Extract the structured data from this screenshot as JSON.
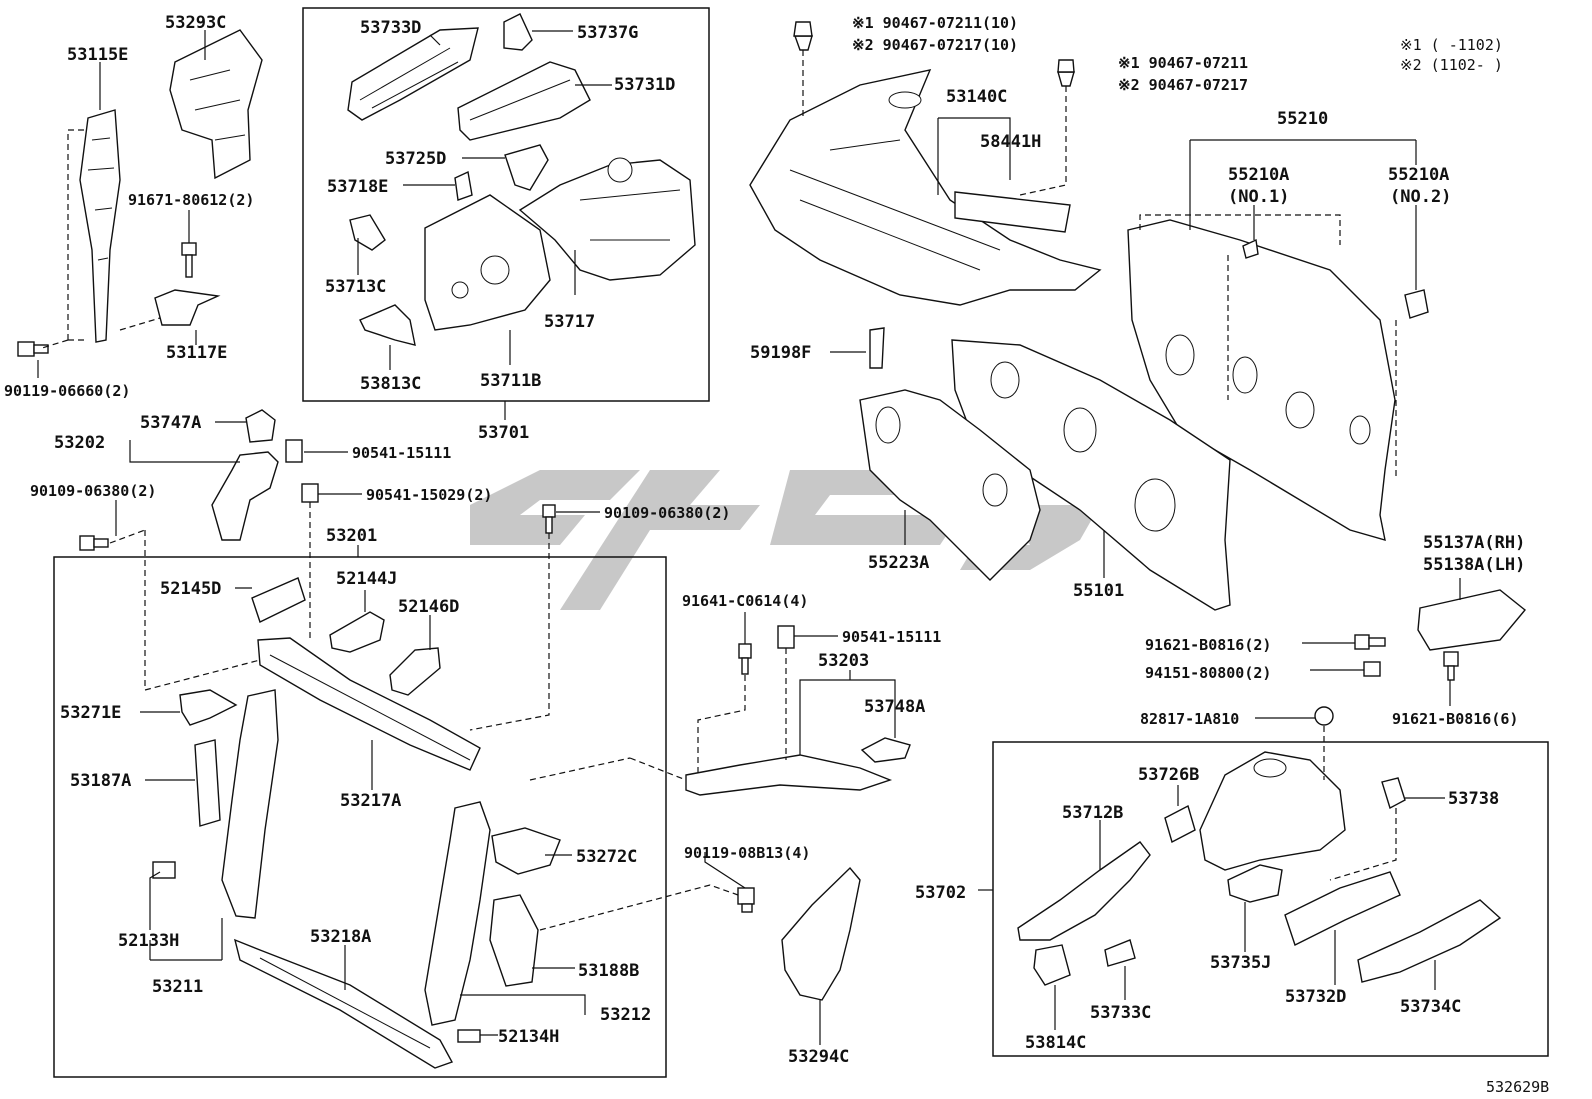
{
  "drawing_code": "532629B",
  "legend": {
    "note1": "※1 (    -1102)",
    "note2": "※2 (1102-    )"
  },
  "labels": {
    "p53115E": "53115E",
    "p53293C": "53293C",
    "p91671": "91671-80612(2)",
    "p53117E": "53117E",
    "p90119a": "90119-06660(2)",
    "p53733D": "53733D",
    "p53737G": "53737G",
    "p53731D": "53731D",
    "p53725D": "53725D",
    "p53718E": "53718E",
    "p53713C": "53713C",
    "p53717": "53717",
    "p53813C": "53813C",
    "p53711B": "53711B",
    "p53701": "53701",
    "clip1a": "※1 90467-07211(10)",
    "clip1b": "※2 90467-07217(10)",
    "clip2a": "※1 90467-07211",
    "clip2b": "※2 90467-07217",
    "p53140C": "53140C",
    "p58441H": "58441H",
    "p55210": "55210",
    "p55210A1": "55210A",
    "p55210A1sub": "(NO.1)",
    "p55210A2": "55210A",
    "p55210A2sub": "(NO.2)",
    "p59198F": "59198F",
    "p55223A": "55223A",
    "p55101": "55101",
    "p55137A": "55137A(RH)",
    "p55138A": "55138A(LH)",
    "p91621a": "91621-B0816(2)",
    "p94151": "94151-80800(2)",
    "p91621b": "91621-B0816(6)",
    "p82817": "82817-1A810",
    "p53202": "53202",
    "p53747A": "53747A",
    "p90541a": "90541-15111",
    "p90541b": "90541-15029(2)",
    "p90109a": "90109-06380(2)",
    "p90109b": "90109-06380(2)",
    "p53201": "53201",
    "p52145D": "52145D",
    "p52144J": "52144J",
    "p52146D": "52146D",
    "p53271E": "53271E",
    "p53187A": "53187A",
    "p53217A": "53217A",
    "p53272C": "53272C",
    "p52133H": "52133H",
    "p53211": "53211",
    "p53218A": "53218A",
    "p53188B": "53188B",
    "p53212": "53212",
    "p52134H": "52134H",
    "p91641": "91641-C0614(4)",
    "p90541c": "90541-15111",
    "p53203": "53203",
    "p53748A": "53748A",
    "p90119b": "90119-08B13(4)",
    "p53294C": "53294C",
    "p53726B": "53726B",
    "p53712B": "53712B",
    "p53738": "53738",
    "p53702": "53702",
    "p53735J": "53735J",
    "p53733C": "53733C",
    "p53732D": "53732D",
    "p53734C": "53734C",
    "p53814C": "53814C"
  },
  "watermark": {
    "logo": "brand-watermark-logo",
    "color": "#9a9a9a"
  }
}
